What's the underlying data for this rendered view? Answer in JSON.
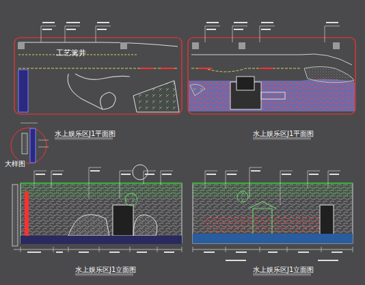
{
  "diagram": {
    "nodes": [
      {
        "text": [
          "工艺篱井"
        ]
      }
    ],
    "labels": [
      "水上娱乐区J1平面图",
      "水上娱乐区J1平面图",
      "大样图",
      "水上娱乐区J1立面图",
      "水上娱乐区J1立面图"
    ]
  }
}
